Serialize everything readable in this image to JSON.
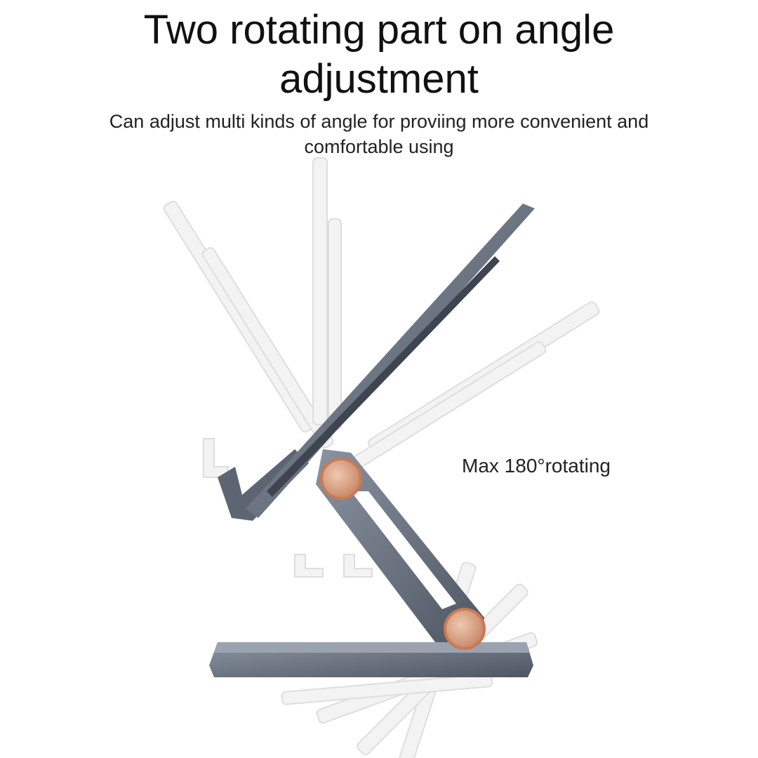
{
  "heading": {
    "line1": "Two rotating part on angle",
    "line2": "adjustment"
  },
  "subtitle": "Can adjust multi kinds of angle for proviing more convenient and comfortable using",
  "callout": "Max 180°rotating",
  "colors": {
    "stand_metal": "#6b7380",
    "knob": "#d9a58a",
    "ghost": "#eeeeee"
  }
}
